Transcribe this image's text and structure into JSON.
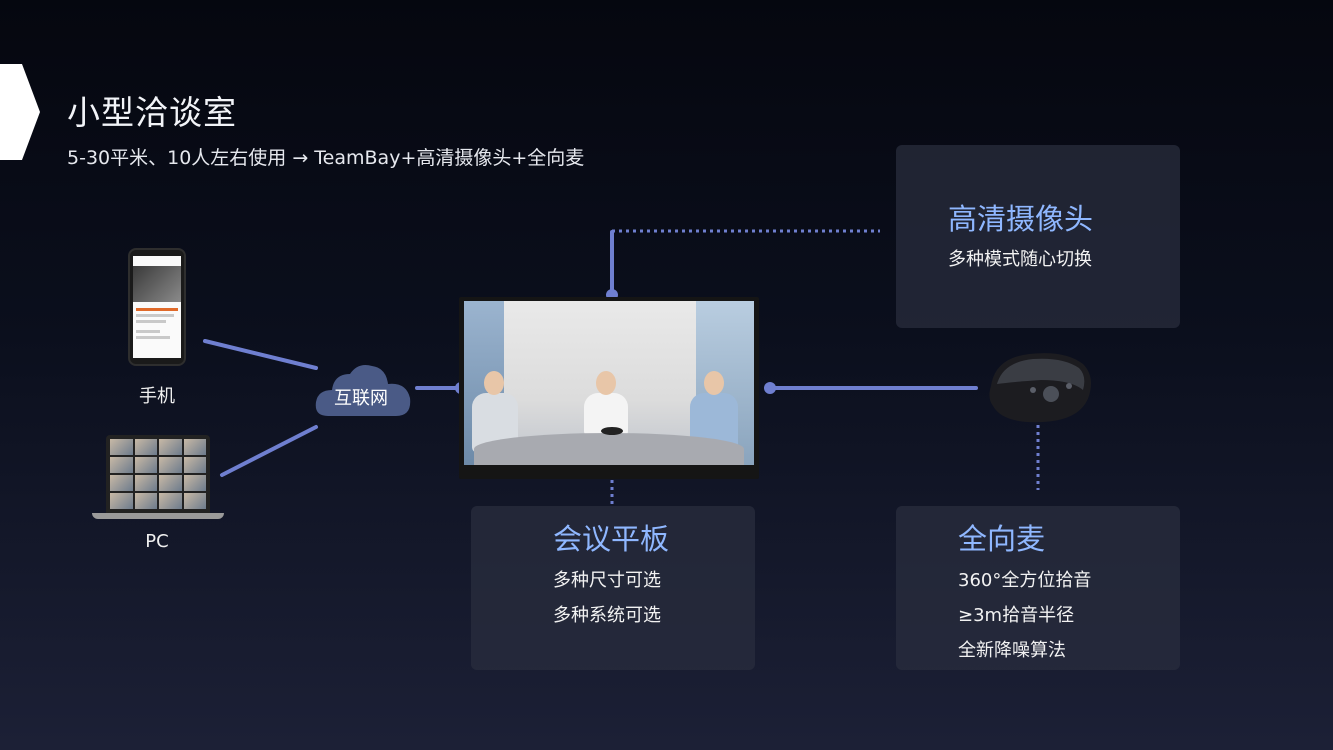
{
  "title": "小型洽谈室",
  "subtitle": "5-30平米、10人左右使用 → TeamBay+高清摄像头+全向麦",
  "devices": {
    "phone_label": "手机",
    "pc_label": "PC",
    "cloud_label": "互联网"
  },
  "cards": {
    "camera": {
      "title": "高清摄像头",
      "lines": [
        "多种模式随心切换"
      ]
    },
    "panel": {
      "title": "会议平板",
      "lines": [
        "多种尺寸可选",
        "多种系统可选"
      ]
    },
    "mic": {
      "title": "全向麦",
      "lines": [
        "360°全方位拾音",
        "≥3m拾音半径",
        "全新降噪算法"
      ]
    }
  },
  "colors": {
    "accent": "#8fb7ff",
    "connector": "#6f7fd0",
    "card_bg": "#2a2e3e"
  },
  "icons": [
    "phone-icon",
    "laptop-icon",
    "cloud-icon",
    "smart-panel-image",
    "speakerphone-image"
  ]
}
